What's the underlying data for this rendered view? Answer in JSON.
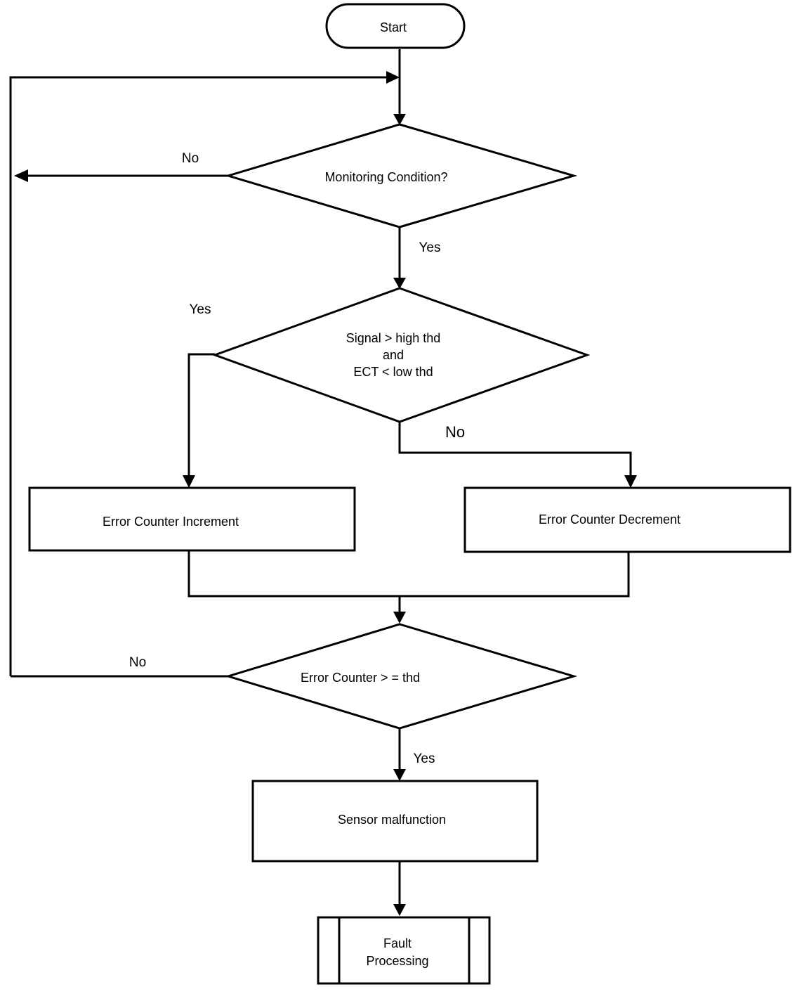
{
  "nodes": {
    "start": "Start",
    "monitoring": "Monitoring Condition?",
    "signal_check": [
      "Signal > high thd",
      "and",
      "ECT < low thd"
    ],
    "increment": "Error Counter Increment",
    "decrement": "Error Counter Decrement",
    "counter_check": "Error Counter > = thd",
    "malfunction": "Sensor malfunction",
    "fault": [
      "Fault",
      "Processing"
    ]
  },
  "edges": {
    "monitoring_no": "No",
    "monitoring_yes": "Yes",
    "signal_yes": "Yes",
    "signal_no": "No",
    "counter_no": "No",
    "counter_yes": "Yes"
  },
  "colors": {
    "stroke": "#000000",
    "fill": "#ffffff"
  }
}
